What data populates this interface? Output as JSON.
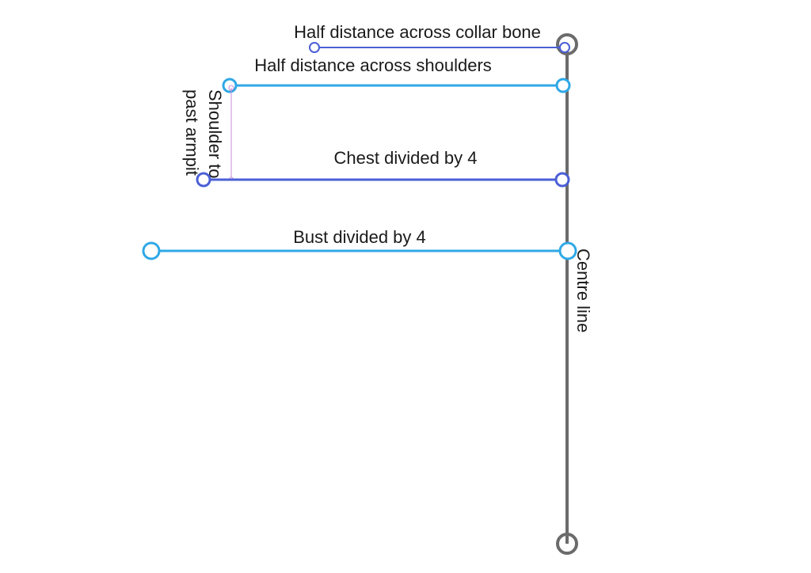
{
  "colors": {
    "centre_line": "#6b6b6b",
    "collar": "#4a5fd6",
    "shoulders": "#2fa8e6",
    "chest": "#4a5fd6",
    "bust": "#2fa8e6",
    "armpit": "#c98bd8",
    "text": "#1a1a1a"
  },
  "labels": {
    "collar": "Half distance across collar bone",
    "shoulders": "Half distance across shoulders",
    "armpit_line1": "Shoulder to",
    "armpit_line2": "past armpit",
    "chest": "Chest divided by 4",
    "bust": "Bust divided by 4",
    "centre": "Centre line"
  }
}
